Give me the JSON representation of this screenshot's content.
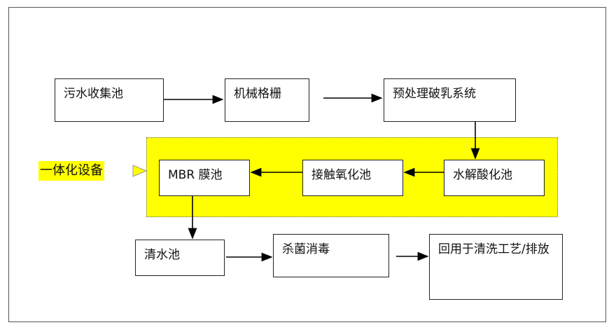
{
  "nodes": {
    "sewage_collection_tank": "污水收集池",
    "mechanical_grille": "机械格栅",
    "pretreatment_demulsification": "预处理破乳系统",
    "hydrolysis_acidification_tank": "水解酸化池",
    "contact_oxidation_tank": "接触氧化池",
    "mbr_membrane_tank": "MBR 膜池",
    "clear_water_tank": "清水池",
    "sterilization_disinfection": "杀菌消毒",
    "reuse_discharge": "回用于清洗工艺/排放"
  },
  "integrated_equipment_label": "一体化设备",
  "colors": {
    "highlight": "#ffff00",
    "line": "#000000",
    "border": "#222222"
  }
}
